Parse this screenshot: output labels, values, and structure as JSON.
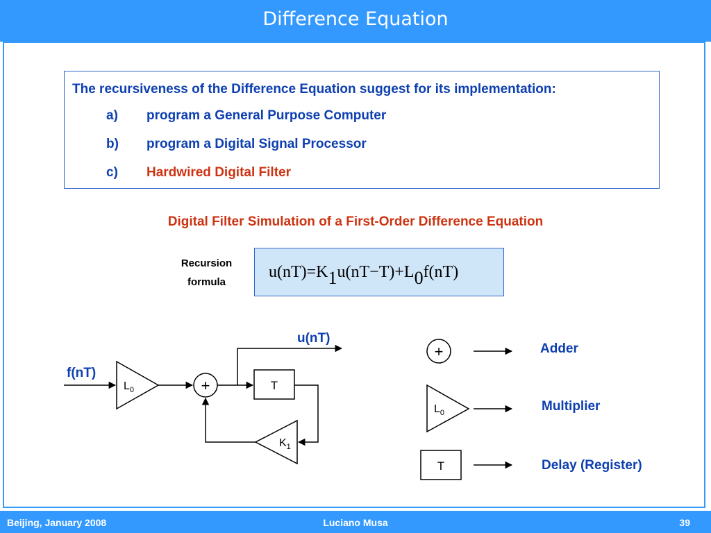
{
  "title": "Difference Equation",
  "intro": {
    "heading": "The recursiveness of the Difference Equation suggest for its implementation:",
    "items": [
      {
        "marker": "a)",
        "text": "program a General Purpose Computer"
      },
      {
        "marker": "b)",
        "text": "program a Digital Signal Processor"
      },
      {
        "marker": "c)",
        "text": "Hardwired Digital Filter"
      }
    ]
  },
  "subtitle": "Digital Filter Simulation of a First-Order Difference Equation",
  "recursion": {
    "label_line1": "Recursion",
    "label_line2": "formula",
    "formula": {
      "part1": "u(nT)=K",
      "sub1": "1",
      "part2": "u(nT−T)+L",
      "sub2": "0",
      "part3": "f(nT)"
    }
  },
  "diagram": {
    "input_label": "f(nT)",
    "output_label": "u(nT)",
    "gain_label": "L",
    "gain_sub": "0",
    "adder_symbol": "+",
    "delay_label": "T",
    "feedback_label": "K",
    "feedback_sub": "1"
  },
  "legend": [
    {
      "symbol": "+",
      "label": "Adder"
    },
    {
      "symbol": "L",
      "symbol_sub": "0",
      "label": "Multiplier"
    },
    {
      "symbol": "T",
      "label": "Delay (Register)"
    }
  ],
  "footer": {
    "left": "Beijing, January  2008",
    "center": "Luciano Musa",
    "right": "39"
  },
  "colors": {
    "header_bar": "#3399ff",
    "text_blue": "#0d3fb0",
    "text_red": "#cc3311",
    "formula_bg": "#cfe5f8"
  }
}
